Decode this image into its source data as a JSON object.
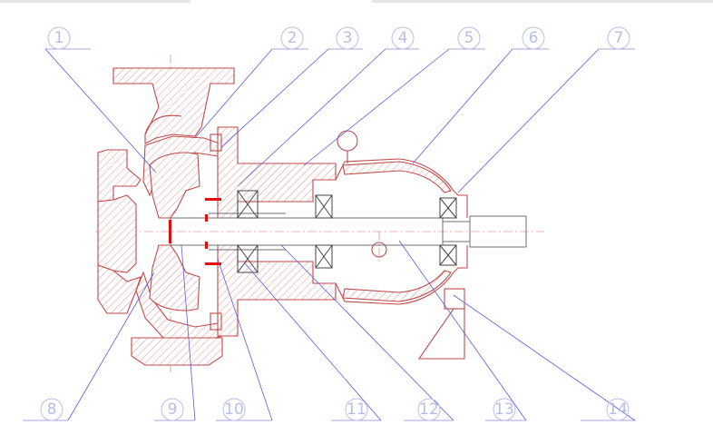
{
  "figure": {
    "callouts": [
      {
        "id": 1,
        "label": "1"
      },
      {
        "id": 2,
        "label": "2"
      },
      {
        "id": 3,
        "label": "3"
      },
      {
        "id": 4,
        "label": "4"
      },
      {
        "id": 5,
        "label": "5"
      },
      {
        "id": 6,
        "label": "6"
      },
      {
        "id": 7,
        "label": "7"
      },
      {
        "id": 8,
        "label": "8"
      },
      {
        "id": 9,
        "label": "9"
      },
      {
        "id": 10,
        "label": "10"
      },
      {
        "id": 11,
        "label": "11"
      },
      {
        "id": 12,
        "label": "12"
      },
      {
        "id": 13,
        "label": "13"
      },
      {
        "id": 14,
        "label": "14"
      }
    ],
    "colors": {
      "casing": "#c14a4a",
      "callout": "#b9bde8",
      "leader": "#5a5ae6",
      "seal": "#e01010"
    }
  }
}
